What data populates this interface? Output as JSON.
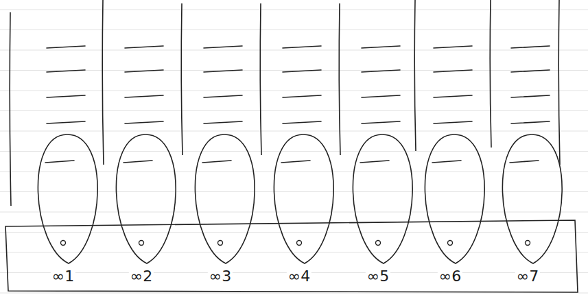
{
  "diagram": {
    "labels": [
      "∞1",
      "∞2",
      "∞3",
      "∞4",
      "∞5",
      "∞6",
      "∞7"
    ]
  }
}
